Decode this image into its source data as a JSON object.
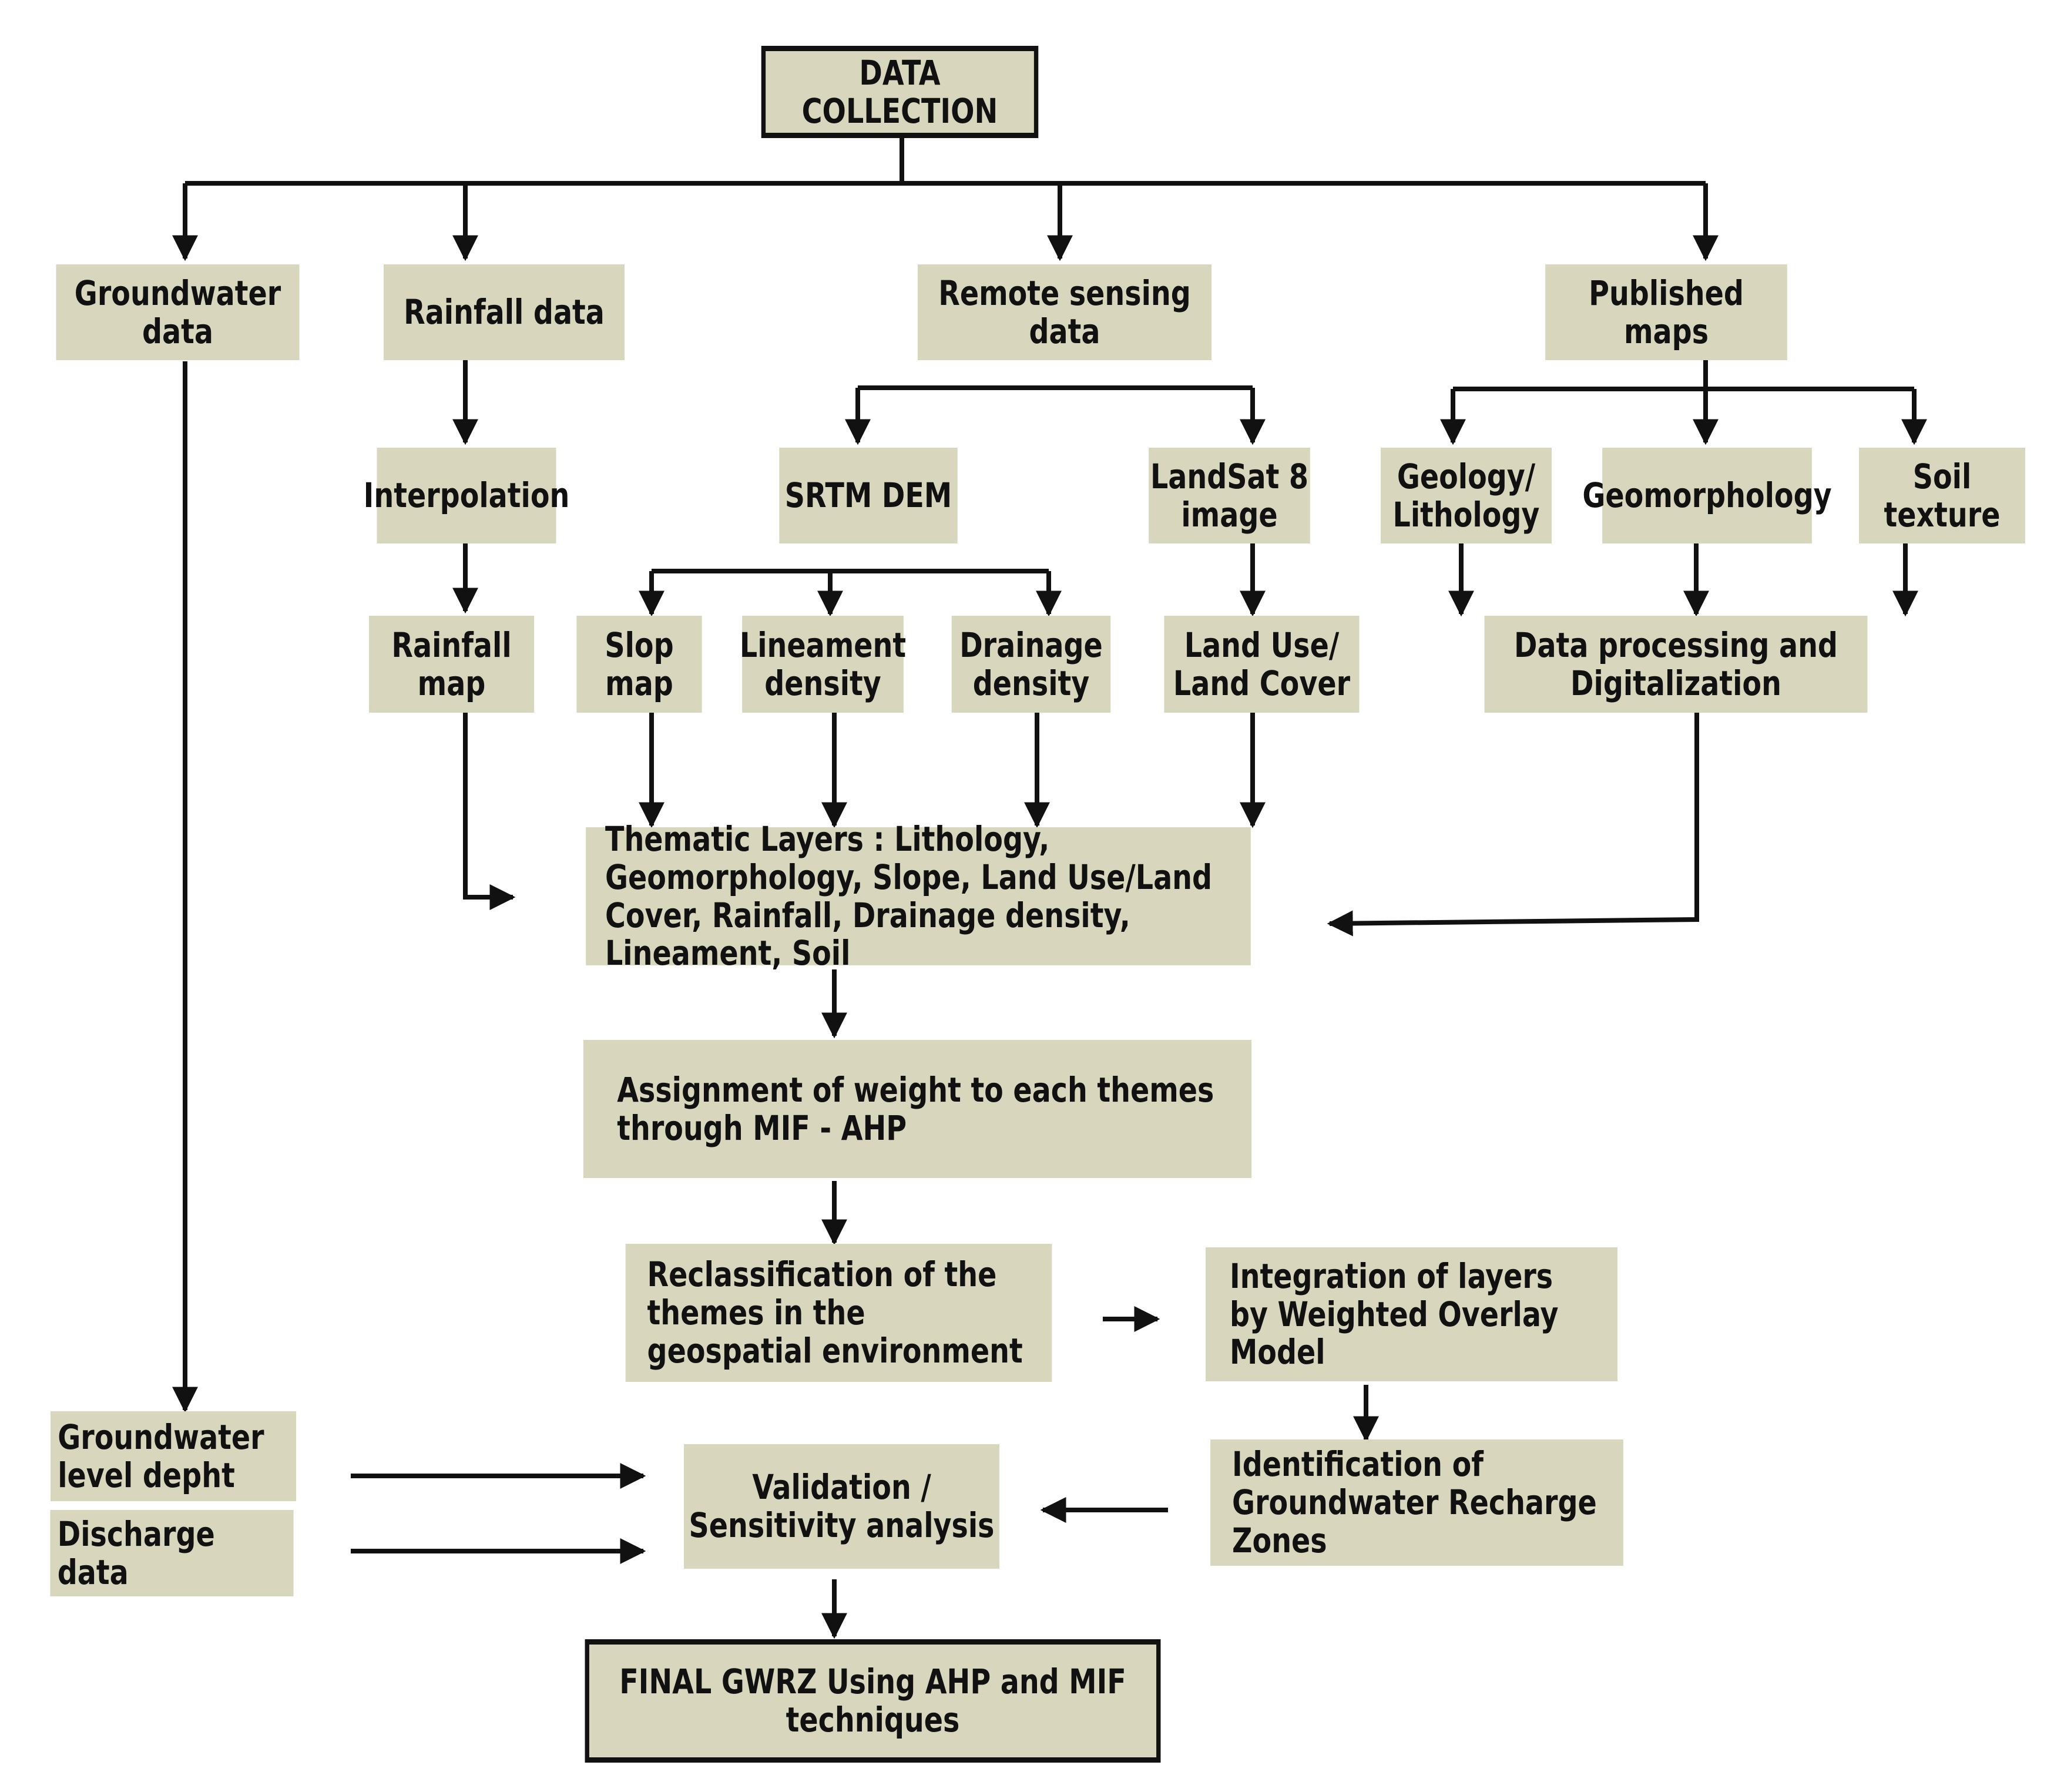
{
  "diagram": {
    "nodes": {
      "data_collection": "DATA COLLECTION",
      "groundwater_data": "Groundwater data",
      "rainfall_data": "Rainfall data",
      "remote_sensing_data": "Remote sensing data",
      "published_maps": "Published maps",
      "interpolation": "Interpolation",
      "srtm_dem": "SRTM DEM",
      "landsat_8_image": "LandSat 8 image",
      "geology_lithology": "Geology/ Lithology",
      "geomorphology": "Geomorphology",
      "soil_texture": "Soil texture",
      "rainfall_map": "Rainfall map",
      "slop_map": "Slop map",
      "lineament_density": "Lineament density",
      "drainage_density": "Drainage density",
      "land_use_land_cover": "Land Use/ Land Cover",
      "data_processing": "Data processing and Digitalization",
      "thematic_layers": "Thematic Layers : Lithology, Geomorphology, Slope, Land Use/Land Cover, Rainfall, Drainage density, Lineament, Soil",
      "assignment_of_weight": "Assignment of weight to each themes through MIF - AHP",
      "reclassification": "Reclassification of the themes in the geospatial environment",
      "integration_of_layers": "Integration of layers by Weighted Overlay Model",
      "groundwater_level_depht": "Groundwater level depht",
      "discharge_data": "Discharge data",
      "validation_sensitivity": "Validation / Sensitivity analysis",
      "identification_of_recharge_zones": "Identification of Groundwater Recharge Zones",
      "final_gwrz": "FINAL GWRZ Using AHP and MIF techniques"
    },
    "colors": {
      "box_fill": "#d8d6bd",
      "line": "#111111",
      "text": "#111111"
    }
  }
}
